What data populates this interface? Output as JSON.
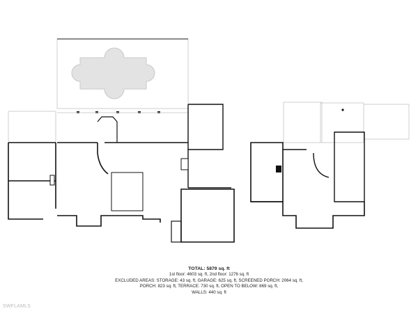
{
  "summary": {
    "total": "TOTAL: 5879 sq. ft",
    "floors": "1st floor: 4603 sq. ft, 2nd floor: 1276 sq. ft",
    "excluded_line1": "EXCLUDED AREAS: STORAGE: 43 sq. ft, GARAGE: 625 sq. ft, SCREENED PORCH: 2064 sq. ft,",
    "excluded_line2": "PORCH: 823 sq. ft, TERRACE: 730 sq. ft, OPEN TO BELOW: 869 sq. ft,",
    "excluded_line3": "WALLS: 440 sq. ft"
  },
  "watermark": "SWFLAMLS",
  "colors": {
    "wall": "#111111",
    "thin_wall": "#cfcfcf",
    "pool": "#e3e3e3",
    "text": "#222222"
  }
}
